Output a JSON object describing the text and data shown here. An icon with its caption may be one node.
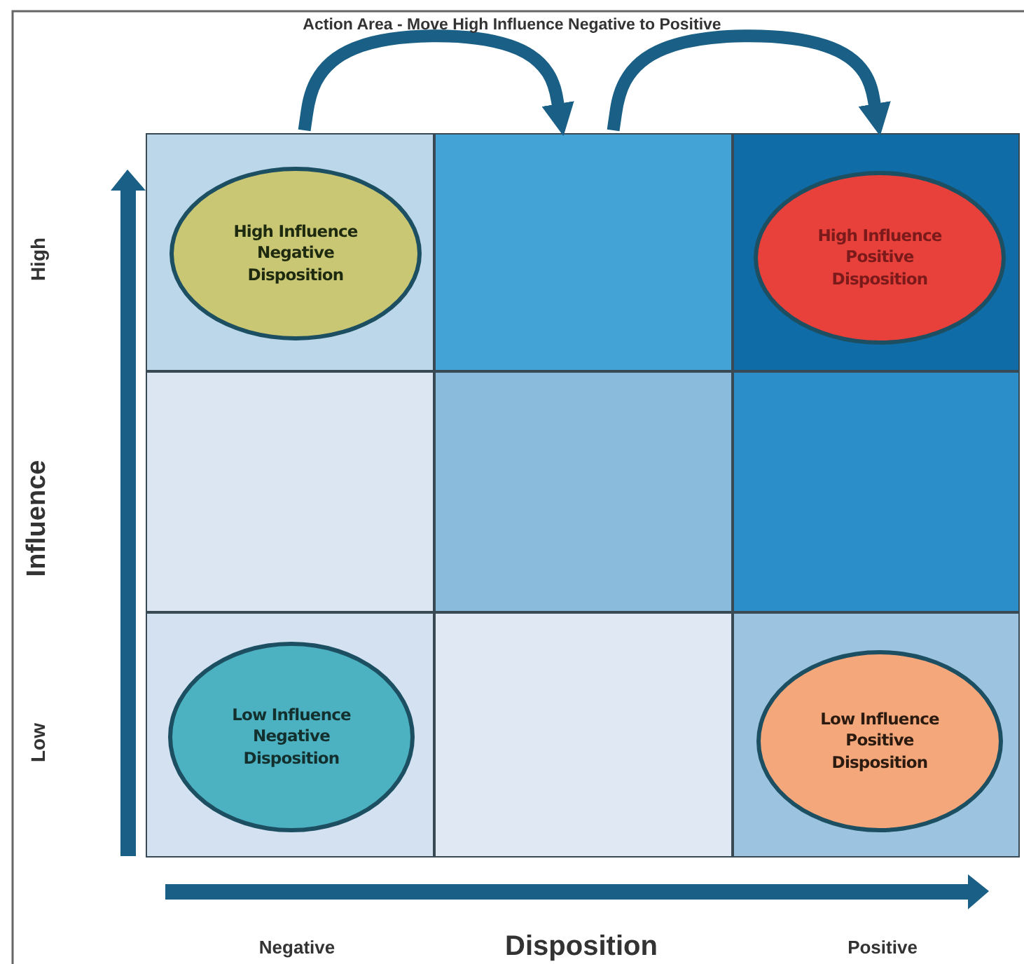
{
  "diagram": {
    "title": "Action Area - Move High Influence Negative to Positive",
    "nodes": [
      {
        "text": [],
        "shape": "box"
      },
      {
        "text": [
          "High Influence Negative Disposition"
        ],
        "in": 0
      },
      {
        "text": [],
        "shape": "box"
      },
      {
        "text": [],
        "shape": "box"
      },
      {
        "text": [
          "High Influence Positive Disposition"
        ],
        "in": 3
      },
      {
        "text": [],
        "shape": "box"
      },
      {
        "text": [],
        "shape": "box"
      },
      {
        "text": [],
        "shape": "box"
      },
      {
        "text": [],
        "shape": "box"
      },
      {
        "text": [
          "Low Influence Negative Disposition"
        ],
        "in": 8
      },
      {
        "text": [],
        "shape": "box"
      },
      {
        "text": [],
        "shape": "box"
      },
      {
        "text": [
          "Low Influence Positive Disposition"
        ],
        "in": 11
      }
    ],
    "edges": [
      {
        "from": 0,
        "to": 2,
        "arrow": "to"
      },
      {
        "from": 2,
        "to": 3,
        "arrow": "to"
      }
    ],
    "labels": [
      "High",
      "Influence",
      "Low",
      "Negative",
      "Disposition",
      "Positive"
    ]
  }
}
